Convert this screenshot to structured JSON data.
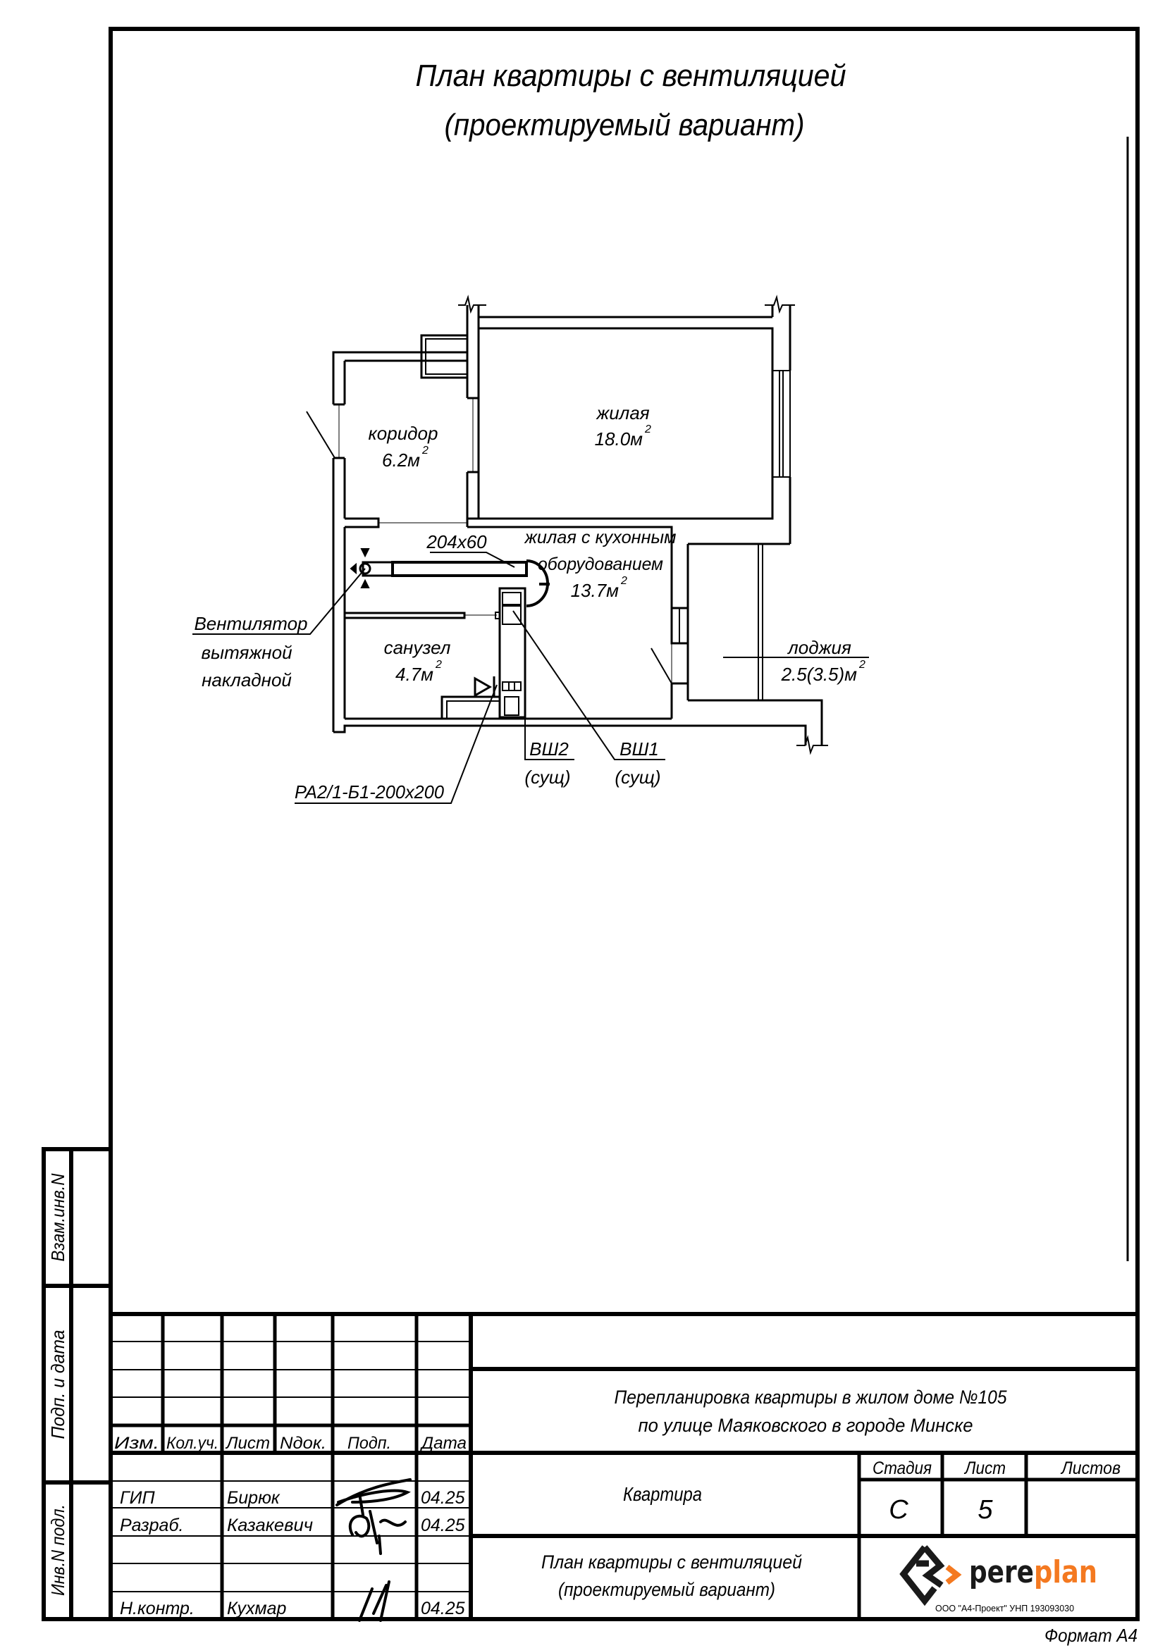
{
  "sheet": {
    "title_line1": "План квартиры с вентиляцией",
    "title_line2": "(проектируемый вариант)",
    "format": "Формат А4"
  },
  "side_stamps": [
    "Взам.инв.N",
    "Подп. и дата",
    "Инв.N подл."
  ],
  "plan": {
    "rooms": [
      {
        "name": "жилая",
        "area": "18.0м",
        "sup": "2"
      },
      {
        "name": "коридор",
        "area": "6.2м",
        "sup": "2"
      },
      {
        "name": "жилая с кухонным",
        "name2": "оборудованием",
        "area": "13.7м",
        "sup": "2"
      },
      {
        "name": "санузел",
        "area": "4.7м",
        "sup": "2"
      },
      {
        "name": "лоджия",
        "area": "2.5(3.5)м",
        "sup": "2"
      }
    ],
    "duct_size": "204х60",
    "fan_label": [
      "Вентилятор",
      "вытяжной",
      "накладной"
    ],
    "grille_label": "РА2/1-Б1-200х200",
    "shaft1": {
      "name": "ВШ1",
      "note": "(сущ)"
    },
    "shaft2": {
      "name": "ВШ2",
      "note": "(сущ)"
    }
  },
  "title_block": {
    "headers": [
      "Изм.",
      "Кол.уч.",
      "Лист",
      "Nдок.",
      "Подп.",
      "Дата"
    ],
    "signers": [
      {
        "role": "ГИП",
        "name": "Бирюк",
        "date": "04.25"
      },
      {
        "role": "Разраб.",
        "name": "Казакевич",
        "date": "04.25"
      },
      {
        "role": "Н.контр.",
        "name": "Кухмар",
        "date": "04.25"
      }
    ],
    "project_line1": "Перепланировка квартиры в жилом доме №105",
    "project_line2": "по улице Маяковского в городе Минске",
    "object": "Квартира",
    "sheet_title1": "План квартиры с вентиляцией",
    "sheet_title2": "(проектируемый вариант)",
    "stage_header": "Стадия",
    "sheet_header": "Лист",
    "sheets_header": "Листов",
    "stage": "С",
    "sheet": "5",
    "sheets": "",
    "logo_text1": "pere",
    "logo_text2": "plan",
    "company": "ООО \"А4-Проект\" УНП 193093030",
    "accent": "#f47920"
  }
}
